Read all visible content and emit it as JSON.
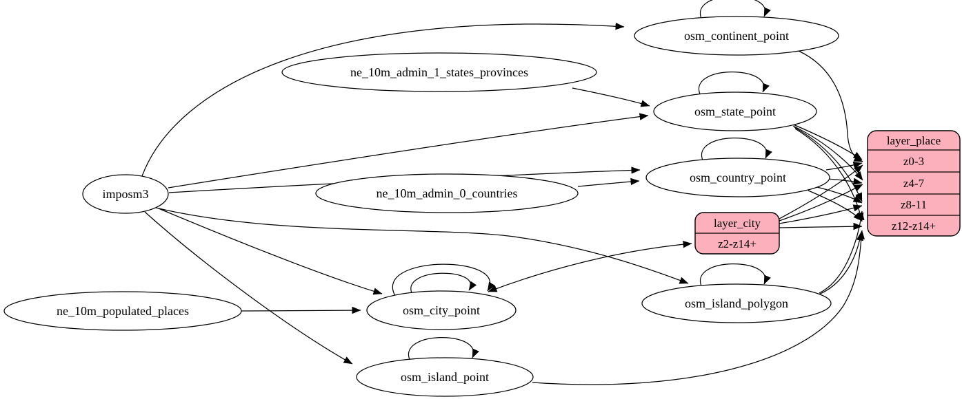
{
  "diagram": {
    "kind": "etl-dependency-graph",
    "colors": {
      "background": "#ffffff",
      "ellipse_fill": "#ffffff",
      "record_fill": "#fbb0bc",
      "stroke": "#000000",
      "text": "#000000"
    },
    "nodes": {
      "imposm3": {
        "label": "imposm3"
      },
      "ne_10m_admin_1_states_provinces": {
        "label": "ne_10m_admin_1_states_provinces"
      },
      "ne_10m_admin_0_countries": {
        "label": "ne_10m_admin_0_countries"
      },
      "ne_10m_populated_places": {
        "label": "ne_10m_populated_places"
      },
      "osm_continent_point": {
        "label": "osm_continent_point",
        "self_loops": 1
      },
      "osm_state_point": {
        "label": "osm_state_point",
        "self_loops": 1
      },
      "osm_country_point": {
        "label": "osm_country_point",
        "self_loops": 1
      },
      "osm_city_point": {
        "label": "osm_city_point",
        "self_loops": 2
      },
      "osm_island_polygon": {
        "label": "osm_island_polygon",
        "self_loops": 1
      },
      "osm_island_point": {
        "label": "osm_island_point",
        "self_loops": 1
      },
      "layer_city": {
        "title": "layer_city",
        "rows": [
          "z2-z14+"
        ]
      },
      "layer_place": {
        "title": "layer_place",
        "rows": [
          "z0-3",
          "z4-7",
          "z8-11",
          "z12-z14+"
        ]
      }
    },
    "edges": [
      {
        "from": "imposm3",
        "to": "osm_continent_point"
      },
      {
        "from": "imposm3",
        "to": "osm_state_point"
      },
      {
        "from": "imposm3",
        "to": "osm_country_point"
      },
      {
        "from": "imposm3",
        "to": "osm_city_point"
      },
      {
        "from": "imposm3",
        "to": "osm_island_polygon"
      },
      {
        "from": "imposm3",
        "to": "osm_island_point"
      },
      {
        "from": "ne_10m_admin_1_states_provinces",
        "to": "osm_state_point"
      },
      {
        "from": "ne_10m_admin_0_countries",
        "to": "osm_country_point"
      },
      {
        "from": "ne_10m_populated_places",
        "to": "osm_city_point"
      },
      {
        "from": "osm_continent_point",
        "to": "osm_continent_point"
      },
      {
        "from": "osm_state_point",
        "to": "osm_state_point"
      },
      {
        "from": "osm_country_point",
        "to": "osm_country_point"
      },
      {
        "from": "osm_city_point",
        "to": "osm_city_point"
      },
      {
        "from": "osm_city_point",
        "to": "osm_city_point"
      },
      {
        "from": "osm_island_polygon",
        "to": "osm_island_polygon"
      },
      {
        "from": "osm_island_point",
        "to": "osm_island_point"
      },
      {
        "from": "osm_city_point",
        "to": "layer_city:z2-z14+",
        "bidirectional": true
      },
      {
        "from": "osm_continent_point",
        "to": "layer_place:z0-3"
      },
      {
        "from": "osm_state_point",
        "to": "layer_place:z0-3"
      },
      {
        "from": "osm_state_point",
        "to": "layer_place:z4-7"
      },
      {
        "from": "osm_state_point",
        "to": "layer_place:z8-11"
      },
      {
        "from": "osm_state_point",
        "to": "layer_place:z12-z14+"
      },
      {
        "from": "osm_country_point",
        "to": "layer_place:z0-3"
      },
      {
        "from": "osm_country_point",
        "to": "layer_place:z4-7"
      },
      {
        "from": "osm_country_point",
        "to": "layer_place:z8-11"
      },
      {
        "from": "osm_country_point",
        "to": "layer_place:z12-z14+"
      },
      {
        "from": "layer_city",
        "to": "layer_place:z0-3"
      },
      {
        "from": "layer_city",
        "to": "layer_place:z4-7"
      },
      {
        "from": "layer_city",
        "to": "layer_place:z8-11"
      },
      {
        "from": "layer_city",
        "to": "layer_place:z12-z14+"
      },
      {
        "from": "osm_island_polygon",
        "to": "layer_place:z8-11"
      },
      {
        "from": "osm_island_polygon",
        "to": "layer_place:z12-z14+"
      },
      {
        "from": "osm_island_point",
        "to": "layer_place:z12-z14+"
      }
    ]
  }
}
